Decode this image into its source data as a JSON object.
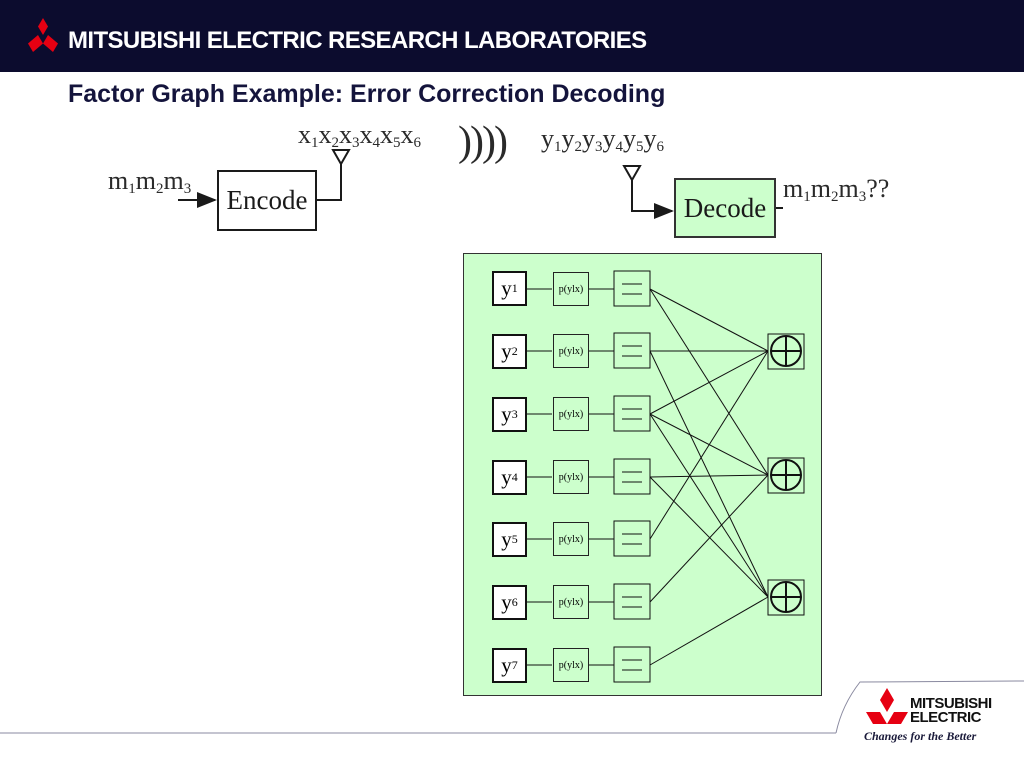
{
  "header": {
    "org_title": "MITSUBISHI ELECTRIC RESEARCH LABORATORIES"
  },
  "slide": {
    "title": "Factor Graph Example: Error Correction Decoding"
  },
  "pipeline": {
    "input_label": [
      "m",
      "1",
      "m",
      "2",
      "m",
      "3"
    ],
    "encode_label": "Encode",
    "transmit_seq": [
      "x",
      "1",
      "x",
      "2",
      "x",
      "3",
      "x",
      "4",
      "x",
      "5",
      "x",
      "6"
    ],
    "waves": "))))",
    "receive_seq": [
      "y",
      "1",
      "y",
      "2",
      "y",
      "3",
      "y",
      "4",
      "y",
      "5",
      "y",
      "6"
    ],
    "decode_label": "Decode",
    "output_label": [
      "m",
      "1",
      "m",
      "2",
      "m",
      "3",
      "??"
    ],
    "decode_fill": "#ccffcc"
  },
  "factor_graph": {
    "panel_color": "#ccffcc",
    "variables": [
      {
        "base": "y",
        "sub": "1"
      },
      {
        "base": "y",
        "sub": "2"
      },
      {
        "base": "y",
        "sub": "3"
      },
      {
        "base": "y",
        "sub": "4"
      },
      {
        "base": "y",
        "sub": "5"
      },
      {
        "base": "y",
        "sub": "6"
      },
      {
        "base": "y",
        "sub": "7"
      }
    ],
    "likelihood_label": "p(ylx)",
    "equality_symbol": "=",
    "check_symbol": "⊕",
    "checks": [
      {
        "connects": [
          1,
          2,
          3,
          5
        ]
      },
      {
        "connects": [
          1,
          3,
          4,
          6
        ]
      },
      {
        "connects": [
          2,
          3,
          4,
          7
        ]
      }
    ]
  },
  "footer": {
    "brand_line1": "MITSUBISHI",
    "brand_line2": "ELECTRIC",
    "tagline": "Changes for the Better",
    "logo_color": "#e60012"
  }
}
